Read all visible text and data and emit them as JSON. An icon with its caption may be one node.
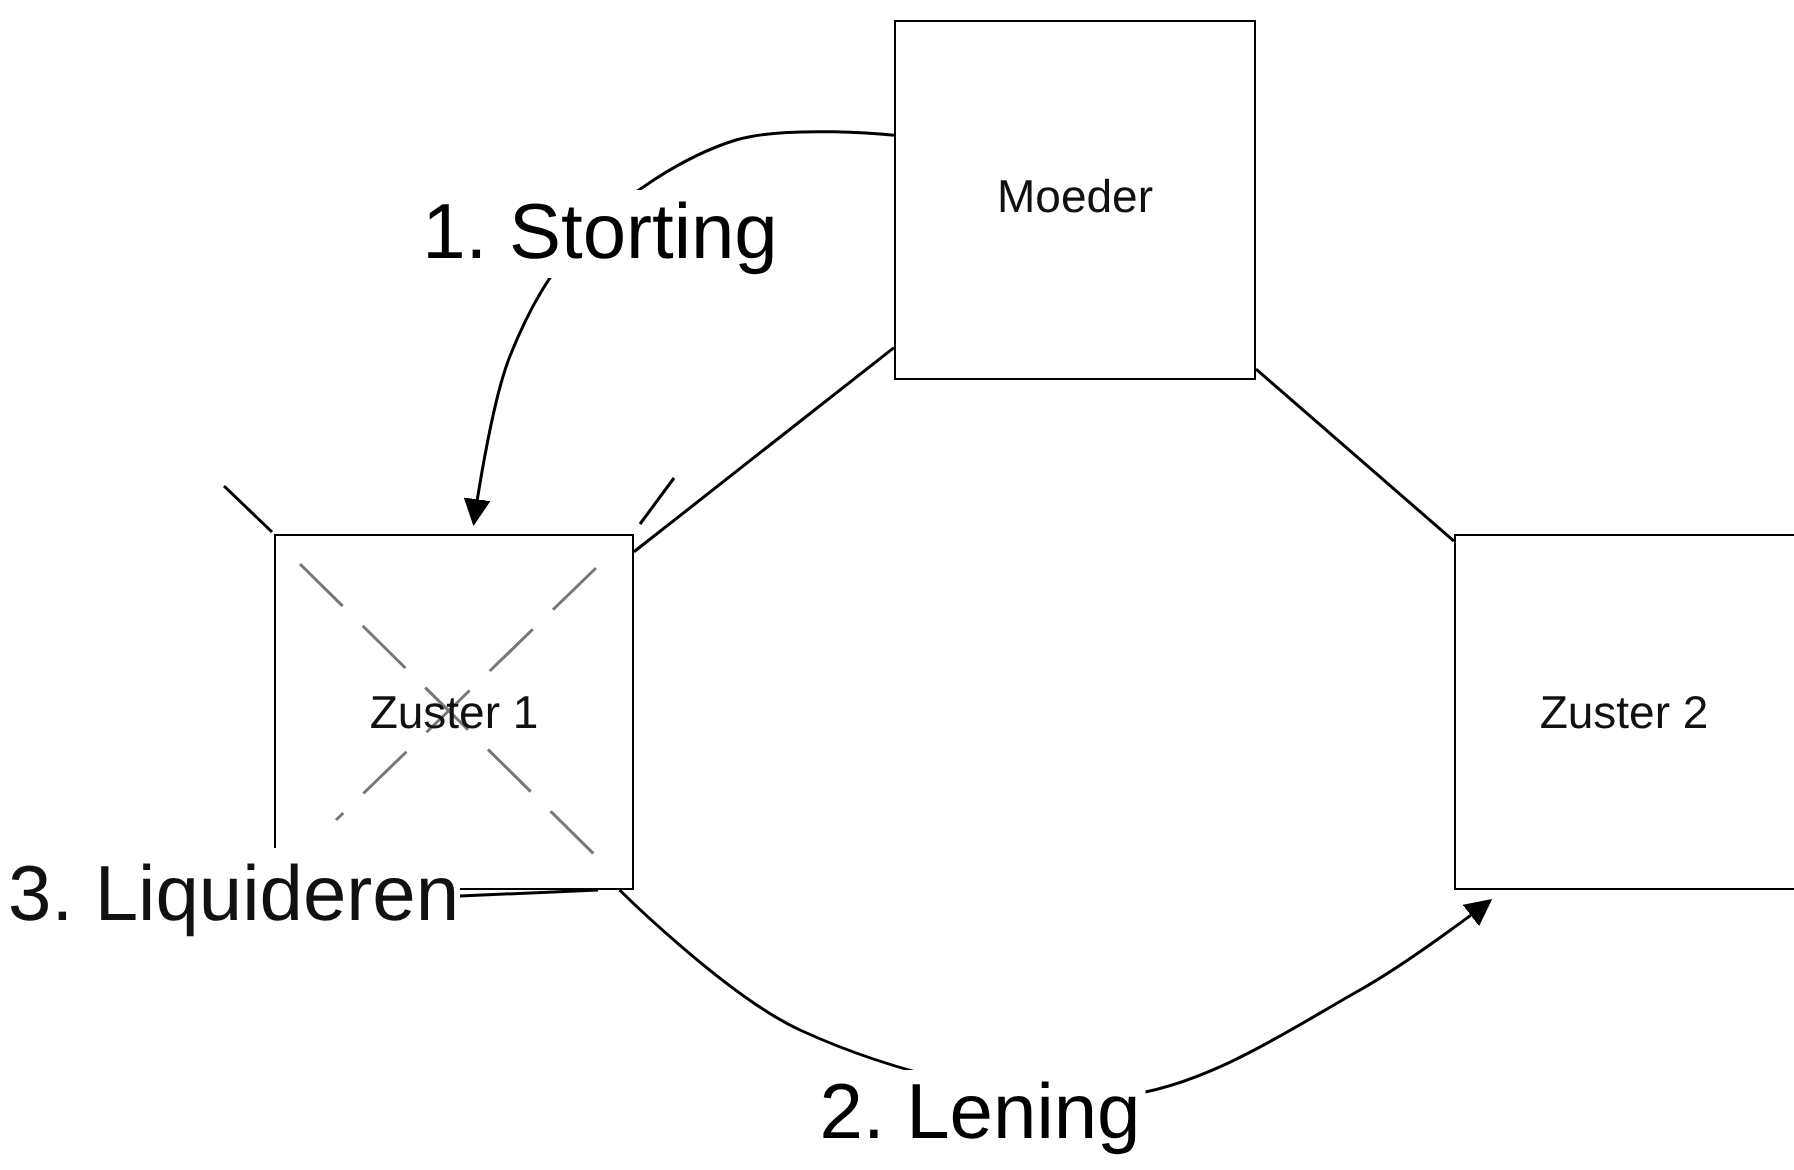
{
  "diagram": {
    "nodes": [
      {
        "text": [
          "Moeder"
        ]
      },
      {
        "text": [
          "Zuster 1"
        ]
      },
      {
        "text": [
          "Zuster 2"
        ]
      },
      {
        "text": [
          "3. Liquideren"
        ]
      }
    ],
    "edges": [
      {
        "from": 0,
        "to": 1,
        "arrow": "none"
      },
      {
        "from": 0,
        "to": 2,
        "arrow": "none"
      },
      {
        "from": 0,
        "to": 1,
        "arrow": "to",
        "label": "1. Storting"
      },
      {
        "from": 1,
        "to": 2,
        "arrow": "to",
        "label": "2. Lening"
      },
      {
        "from": 3,
        "to": 1,
        "arrow": "none"
      }
    ]
  }
}
